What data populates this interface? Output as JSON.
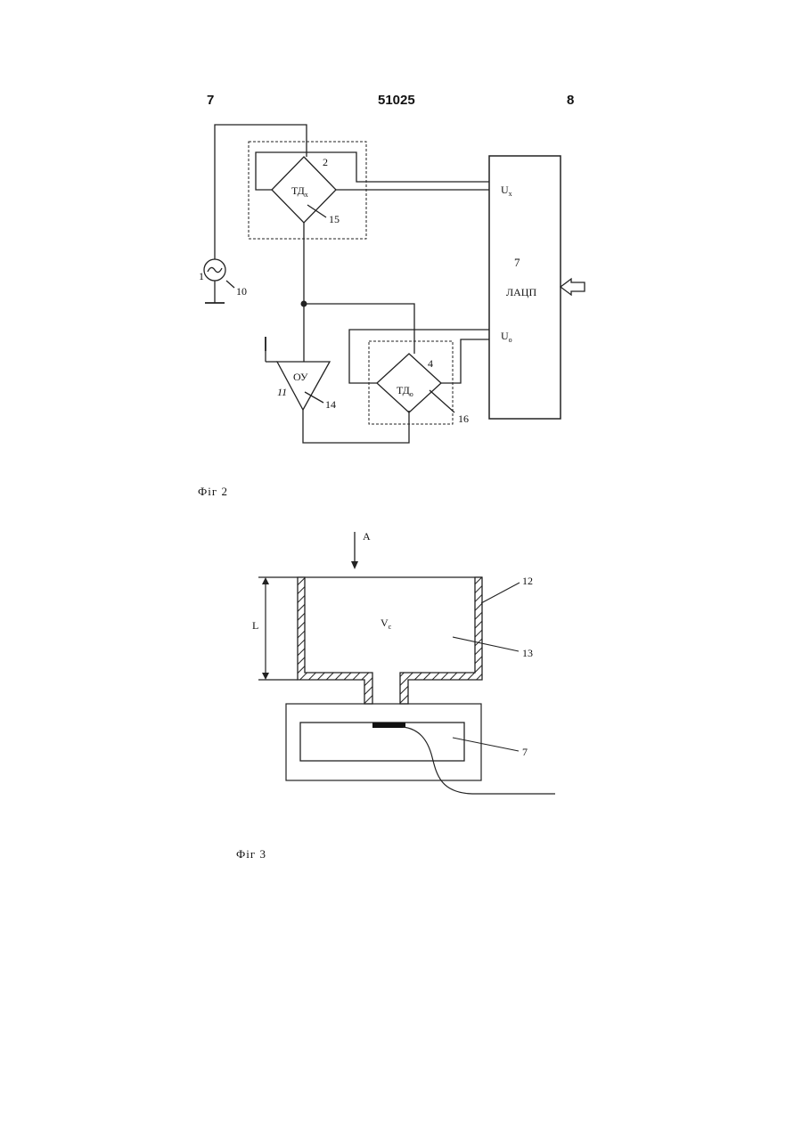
{
  "header": {
    "page_left": "7",
    "patent_number": "51025",
    "page_right": "8"
  },
  "fig2": {
    "caption": "Фіг 2",
    "td_x": {
      "main": "ТД",
      "sub": "x"
    },
    "td_o": {
      "main": "ТД",
      "sub": "о"
    },
    "opamp": "ОУ",
    "adc_label": "ЛАЦП",
    "adc_number": "7",
    "u_x": {
      "main": "U",
      "sub": "x"
    },
    "u_o": {
      "main": "U",
      "sub": "о"
    },
    "callouts": {
      "n2": "2",
      "n15": "15",
      "n1": "1",
      "n10": "10",
      "n11": "11",
      "n14": "14",
      "n4": "4",
      "n16": "16"
    }
  },
  "fig3": {
    "caption": "Фіг 3",
    "arrow_label": "A",
    "length_label": "L",
    "volume": {
      "main": "V",
      "sub": "c"
    },
    "callouts": {
      "n12": "12",
      "n13": "13",
      "n7": "7"
    }
  }
}
